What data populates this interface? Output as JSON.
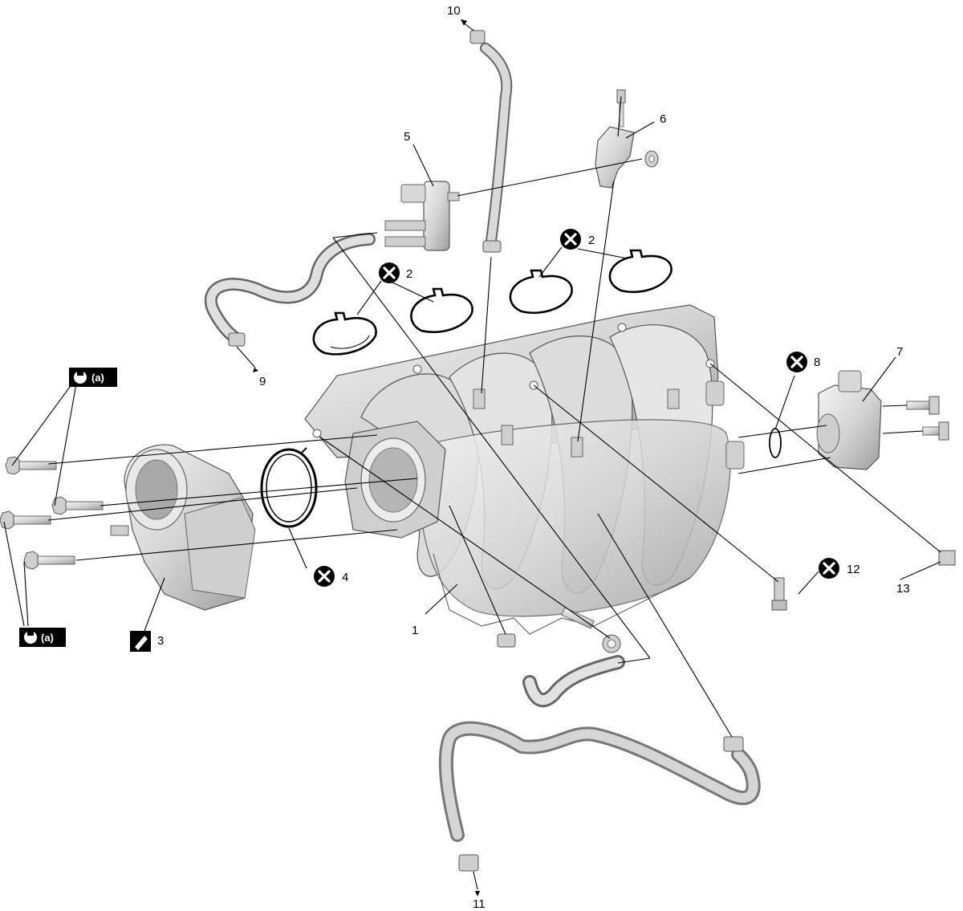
{
  "callouts": {
    "c1": "1",
    "c2a": "2",
    "c2b": "2",
    "c3": "3",
    "c4": "4",
    "c5": "5",
    "c6": "6",
    "c7": "7",
    "c8": "8",
    "c9": "9",
    "c10": "10",
    "c11": "11",
    "c12": "12",
    "c13": "13"
  },
  "torque_badges": {
    "top": "(a)",
    "bottom": "(a)"
  },
  "icons": {
    "do_not_reuse": "do-not-reuse-icon",
    "torque": "torque-wrench-icon",
    "apply_grease": "apply-grease-icon"
  },
  "colors": {
    "part_fill": "#d9d9d9",
    "part_light": "#eeeeee",
    "part_dark": "#9a9a9a",
    "line": "#000000",
    "badge": "#000000"
  }
}
